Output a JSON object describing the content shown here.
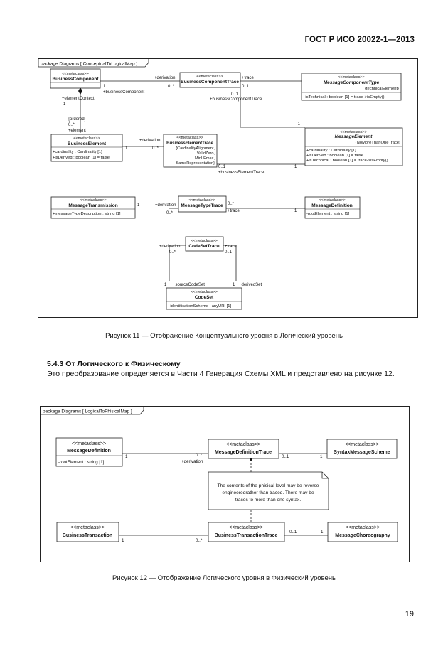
{
  "header": {
    "standard": "ГОСТ Р ИСО 20022-1—2013"
  },
  "figure11": {
    "frame_title": "package Diagrams [ ConceptualToLogicalMap ]",
    "caption": "Рисунок 11 — Отображение Концептуального уровня в Логический уровень",
    "stereotype": "<<metaclass>>",
    "classes": {
      "business_component": {
        "name": "BusinessComponent"
      },
      "business_component_trace": {
        "name": "BusinessComponentTrace"
      },
      "message_component_type": {
        "name": "MessageComponentType",
        "constraint": "{technicalElement}",
        "attrs": [
          "+isTechnical : boolean [1] = trace->isEmpty()"
        ]
      },
      "business_element": {
        "name": "BusinessElement",
        "attrs": [
          "+cardinality : Cardinality [1]",
          "+isDerived : boolean [1] = false"
        ]
      },
      "business_element_trace": {
        "name": "BusinessElementTrace",
        "constraints": [
          "{CardinalityAlignment,",
          "ValidZero,",
          "MinLEmax,",
          "SameRepresentation}"
        ]
      },
      "message_element": {
        "name": "MessageElement",
        "constraint": "{NoMoreThanOneTrace}",
        "attrs": [
          "+cardinality : Cardinality [1]",
          "+isDerived : boolean [1] = false",
          "+isTechnical : boolean [1] = trace->isEmpty()"
        ]
      },
      "message_transmission": {
        "name": "MessageTransmission",
        "attrs": [
          "+messageTypeDescription : string [1]"
        ]
      },
      "message_type_trace": {
        "name": "MessageTypeTrace"
      },
      "message_definition": {
        "name": "MessageDefinition",
        "attrs": [
          "-rootElement : string [1]"
        ]
      },
      "code_set_trace": {
        "name": "CodeSetTrace"
      },
      "code_set": {
        "name": "CodeSet",
        "attrs": [
          "+identificationScheme : anyURI [1]"
        ]
      }
    },
    "labels": {
      "derivation": "+derivation",
      "trace": "+trace",
      "business_component": "+businessComponent",
      "business_component_trace": "+businessComponentTrace",
      "element_context": "+elementContext",
      "ordered": "{ordered}",
      "element": "+element",
      "business_element_trace": "+businessElementTrace",
      "source_code_set": "+sourceCodeSet",
      "derived_set": "+derivedSet",
      "m_one": "1",
      "m_many": "0..*",
      "m_opt": "0..1"
    }
  },
  "section": {
    "title": "5.4.3 От Логического к Физическому",
    "text": "Это преобразование определяется в Части 4 Генерация Схемы XML и представлено на рисунке 12."
  },
  "figure12": {
    "frame_title": "package Diagrams [ LogicalToPhisicalMap ]",
    "caption": "Рисунок 12 — Отображение Логического уровня в Физический уровень",
    "stereotype": "<<metaclass>>",
    "classes": {
      "message_definition": {
        "name": "MessageDefinition",
        "attrs": [
          "-rootElement : string [1]"
        ]
      },
      "message_definition_trace": {
        "name": "MessageDefinitionTrace"
      },
      "syntax_message_scheme": {
        "name": "SyntaxMessageScheme"
      },
      "business_transaction": {
        "name": "BusinessTransaction"
      },
      "business_transaction_trace": {
        "name": "BusinessTransactionTrace"
      },
      "message_choreography": {
        "name": "MessageChoreography"
      }
    },
    "note": [
      "The contents of the phisical level may be reverse",
      "engineeredrather than traced. There may be",
      "traces to more than one syntax."
    ],
    "labels": {
      "derivation": "+derivation",
      "m_one": "1",
      "m_many": "0..*",
      "m_opt": "0..1"
    }
  },
  "page_number": "19"
}
